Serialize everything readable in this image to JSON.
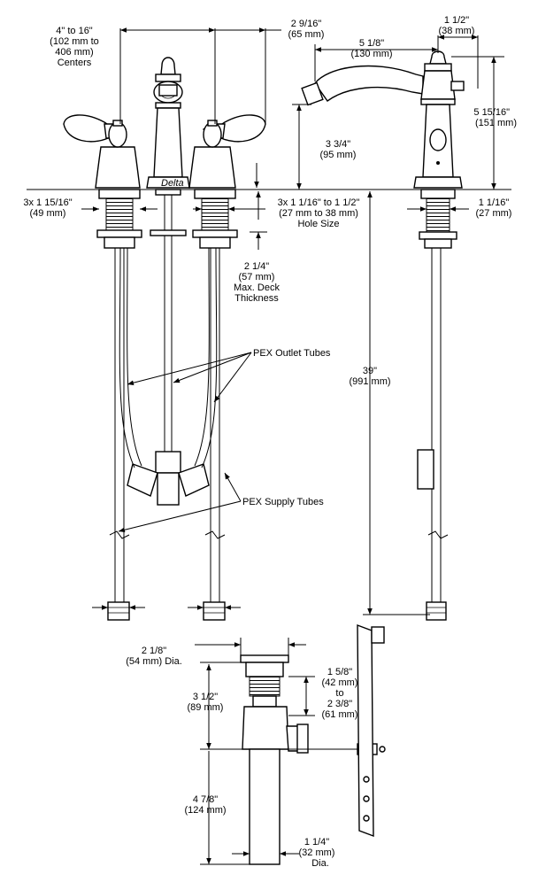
{
  "brand": {
    "logo_text": "Delta"
  },
  "dims": {
    "centers": [
      "4\" to 16\"",
      "(102 mm to",
      "406 mm)",
      "Centers"
    ],
    "handle_reach": [
      "2 9/16\"",
      "(65 mm)"
    ],
    "spout_top": [
      "1 1/2\"",
      "(38 mm)"
    ],
    "spout_reach": [
      "5 1/8\"",
      "(130 mm)"
    ],
    "spout_height": [
      "5 15/16\"",
      "(151 mm)"
    ],
    "spout_clear": [
      "3 3/4\"",
      "(95 mm)"
    ],
    "base_dia": [
      "3x 1 15/16\"",
      "(49 mm)"
    ],
    "hole_size": [
      "3x 1 1/16\" to 1 1/2\"",
      "(27 mm to 38 mm)",
      "Hole Size"
    ],
    "shank_dia": [
      "1 1/16\"",
      "(27 mm)"
    ],
    "deck": [
      "2 1/4\"",
      "(57 mm)",
      "Max. Deck",
      "Thickness"
    ],
    "overall": [
      "39\"",
      "(991 mm)"
    ],
    "drain_flange": [
      "2 1/8\"",
      "(54 mm) Dia."
    ],
    "drain_body": [
      "3 1/2\"",
      "(89 mm)"
    ],
    "drain_range": [
      "1 5/8\"",
      "(42 mm)",
      "to",
      "2 3/8\"",
      "(61 mm)"
    ],
    "tailpiece": [
      "4 7/8\"",
      "(124 mm)"
    ],
    "tail_dia": [
      "1 1/4\"",
      "(32 mm)",
      "Dia."
    ]
  },
  "callouts": {
    "outlet": "PEX Outlet Tubes",
    "supply": "PEX Supply Tubes"
  }
}
